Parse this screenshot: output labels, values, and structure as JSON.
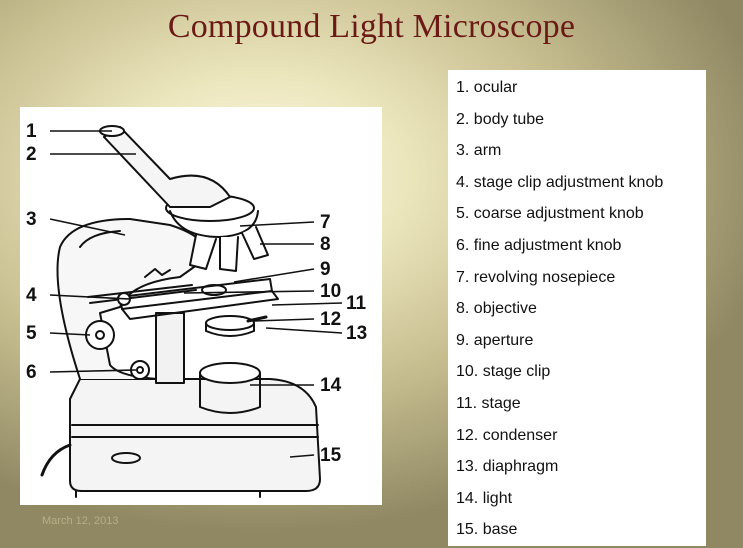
{
  "title": "Compound Light Microscope",
  "footer": {
    "date": "March 12, 2013"
  },
  "callout_numbers": [
    "1",
    "2",
    "3",
    "4",
    "5",
    "6",
    "7",
    "8",
    "9",
    "10",
    "11",
    "12",
    "13",
    "14",
    "15"
  ],
  "legend": [
    "1. ocular",
    "2. body tube",
    "3. arm",
    "4. stage clip adjustment knob",
    "5. coarse adjustment knob",
    "6. fine adjustment knob",
    "7. revolving nosepiece",
    "8. objective",
    "9. aperture",
    "10. stage clip",
    "11. stage",
    "12. condenser",
    "13. diaphragm",
    "14. light",
    "15. base"
  ],
  "colors": {
    "title": "#6b1a16",
    "background": "#ece6bd",
    "line": "#111111"
  }
}
